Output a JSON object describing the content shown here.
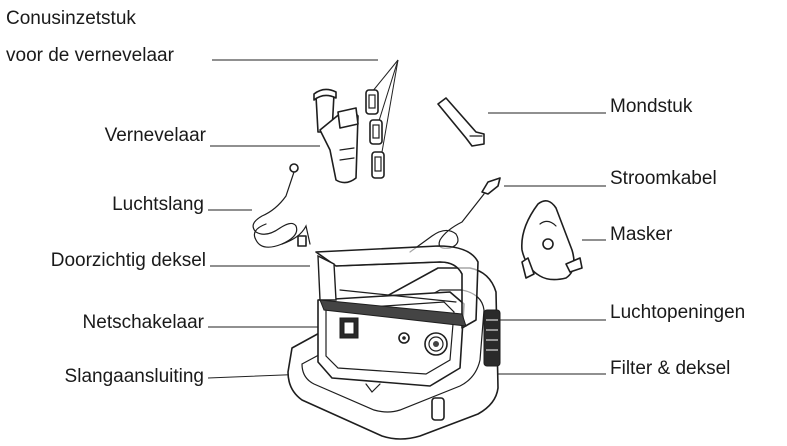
{
  "labels": {
    "cone_insert_line1": "Conusinzetstuk",
    "cone_insert_line2": "voor de vernevelaar",
    "nebulizer": "Vernevelaar",
    "air_tube": "Luchtslang",
    "transparent_lid": "Doorzichtig deksel",
    "power_switch": "Netschakelaar",
    "tube_connection": "Slangaansluiting",
    "mouthpiece": "Mondstuk",
    "power_cable": "Stroomkabel",
    "mask": "Masker",
    "air_vents": "Luchtopeningen",
    "filter_cover": "Filter & deksel"
  },
  "colors": {
    "line": "#222222",
    "text": "#1a1a1a",
    "background": "#ffffff"
  }
}
